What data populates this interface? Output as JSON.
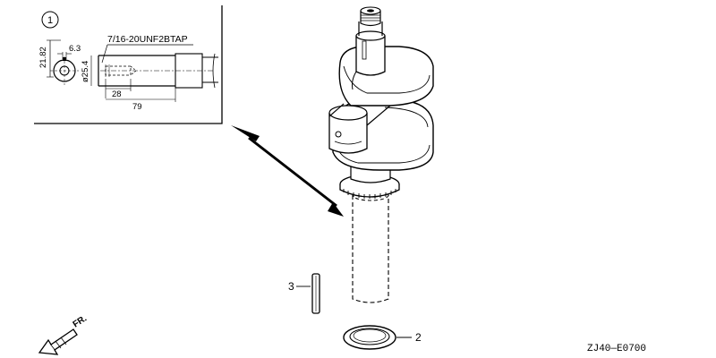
{
  "detail": {
    "marker": "1",
    "thread_callout": "7/16-20UNF2BTAP",
    "dim_height": "21.82",
    "dim_keyway": "6.3",
    "dim_diameter": "ø25.4",
    "dim_tap_depth": "28",
    "dim_length": "79"
  },
  "callouts": [
    {
      "number": "3",
      "part": "key"
    },
    {
      "number": "2",
      "part": "oil-seal"
    }
  ],
  "direction_label": "FR.",
  "diagram_code": "ZJ40—E0700"
}
